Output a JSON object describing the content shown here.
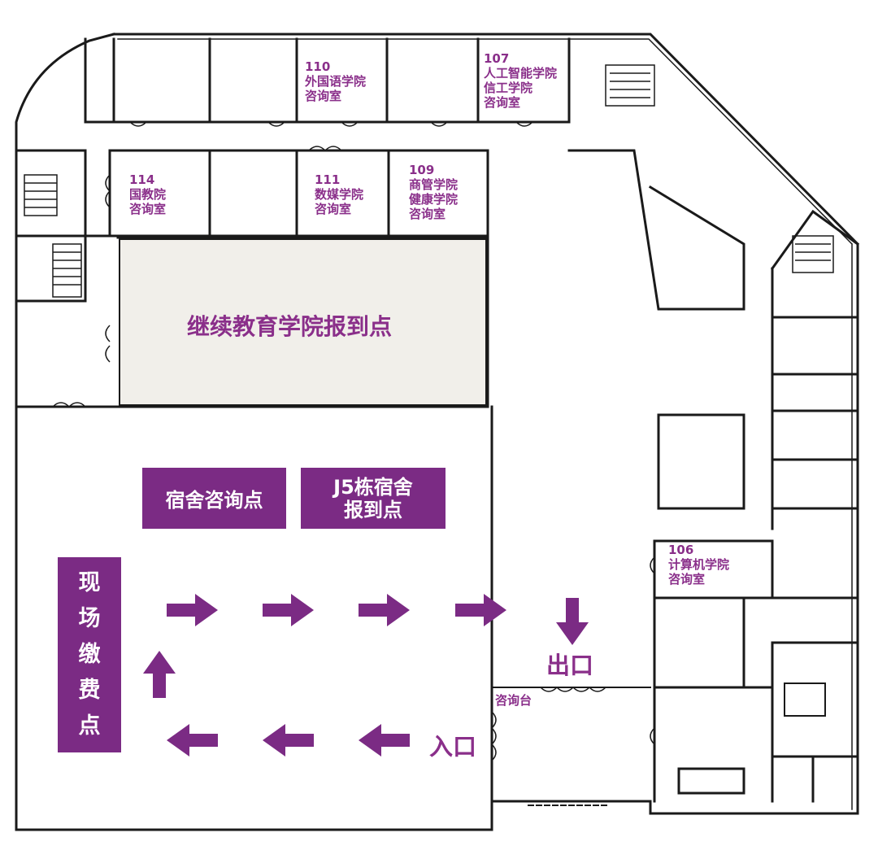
{
  "colors": {
    "accent": "#7b2b84",
    "label_text": "#8a2f8a",
    "wall": "#1a1a1a",
    "hall_fill": "#f1efea"
  },
  "rooms": {
    "r110": [
      "110",
      "外国语学院",
      "咨询室"
    ],
    "r107": [
      "107",
      "人工智能学院",
      "信工学院",
      "咨询室"
    ],
    "r114": [
      "114",
      "国教院",
      "咨询室"
    ],
    "r111": [
      "111",
      "数媒学院",
      "咨询室"
    ],
    "r109": [
      "109",
      "商管学院",
      "健康学院",
      "咨询室"
    ],
    "r106": [
      "106",
      "计算机学院",
      "咨询室"
    ]
  },
  "hall_label": "继续教育学院报到点",
  "dorm_consult": "宿舍咨询点",
  "j5_box": [
    "J5栋宿舍",
    "报到点"
  ],
  "payment_box": [
    "现",
    "场",
    "缴",
    "费",
    "点"
  ],
  "exit_label": "出口",
  "entrance_label": "入口",
  "info_desk": "咨询台",
  "flow_arrows": [
    {
      "direction": "right",
      "count": 4
    },
    {
      "direction": "down",
      "count": 1
    },
    {
      "direction": "left",
      "count": 3
    },
    {
      "direction": "up",
      "count": 1
    }
  ]
}
